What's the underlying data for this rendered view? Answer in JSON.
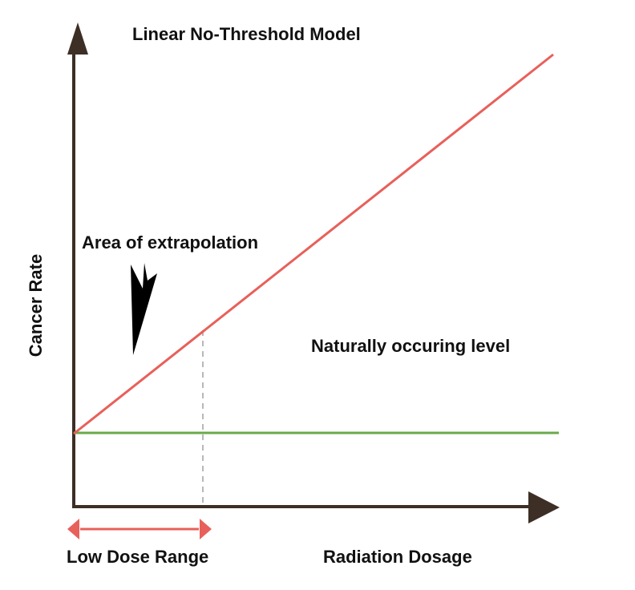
{
  "title": "Linear No-Threshold Model",
  "y_axis_label": "Cancer Rate",
  "x_axis_label": "Radiation Dosage",
  "annotations": {
    "extrapolation": "Area of extrapolation",
    "natural_level": "Naturally occuring level",
    "low_dose": "Low Dose Range"
  },
  "colors": {
    "axis": "#3d2f25",
    "linear_model": "#e8605a",
    "natural_level": "#6aaa4a",
    "low_dose_arrow": "#e8605a",
    "dashed": "#b8b8b8"
  }
}
